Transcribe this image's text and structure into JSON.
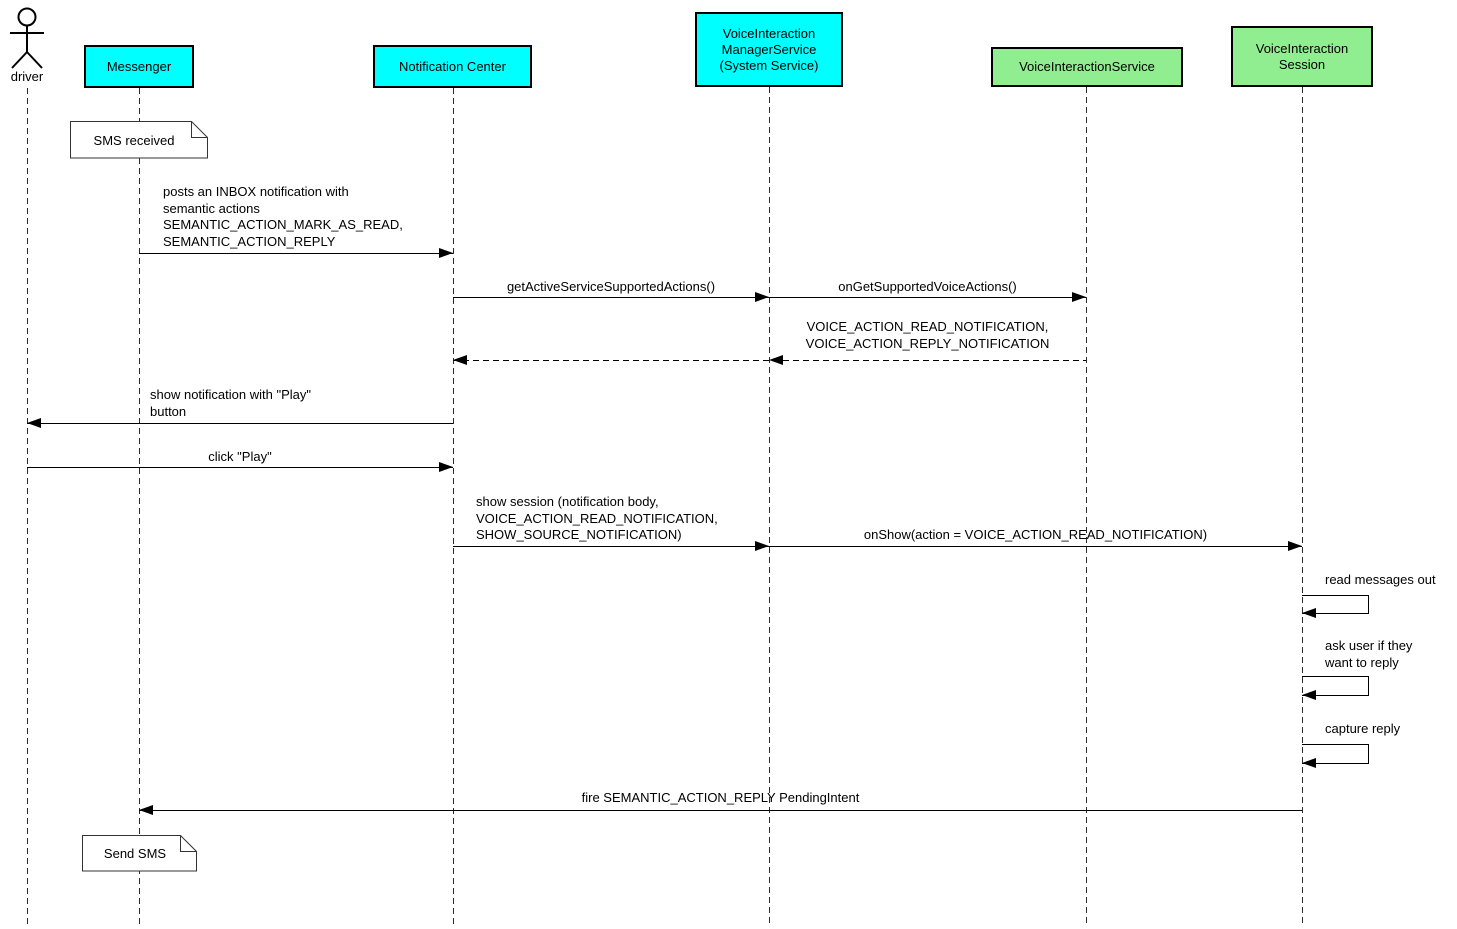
{
  "colors": {
    "cyan": "#00ffff",
    "green": "#90ee90",
    "line": "#000000",
    "lifeline": "#2b2b2b",
    "note_bg": "#ffffff",
    "page_bg": "#ffffff"
  },
  "participants": {
    "driver": {
      "label": "driver",
      "type": "actor"
    },
    "messenger": {
      "label": "Messenger",
      "fill": "cyan"
    },
    "notification_center": {
      "label": "Notification Center",
      "fill": "cyan"
    },
    "voice_interaction_manager_service": {
      "label": "VoiceInteraction\nManagerService\n(System Service)",
      "fill": "cyan"
    },
    "voice_interaction_service": {
      "label": "VoiceInteractionService",
      "fill": "green"
    },
    "voice_interaction_session": {
      "label": "VoiceInteraction\nSession",
      "fill": "green"
    }
  },
  "notes": {
    "sms_received": {
      "label": "SMS received",
      "attached_to": "Messenger"
    },
    "send_sms": {
      "label": "Send SMS",
      "attached_to": "Messenger"
    }
  },
  "messages": {
    "post_notification": {
      "from": "Messenger",
      "to": "Notification Center",
      "style": "solid",
      "label": "posts an INBOX notification with\nsemantic actions\nSEMANTIC_ACTION_MARK_AS_READ,\nSEMANTIC_ACTION_REPLY"
    },
    "get_active_service_supported_actions": {
      "from": "Notification Center",
      "to": "VoiceInteractionManagerService",
      "style": "solid",
      "label": "getActiveServiceSupportedActions()"
    },
    "on_get_supported_voice_actions": {
      "from": "VoiceInteractionManagerService",
      "to": "VoiceInteractionService",
      "style": "solid",
      "label": "onGetSupportedVoiceActions()"
    },
    "supported_actions_return": {
      "from": "VoiceInteractionService",
      "to": "Notification Center",
      "style": "dashed",
      "label": "VOICE_ACTION_READ_NOTIFICATION,\nVOICE_ACTION_REPLY_NOTIFICATION"
    },
    "show_notification": {
      "from": "Notification Center",
      "to": "driver",
      "style": "solid",
      "label": "show notification with \"Play\"\nbutton"
    },
    "click_play": {
      "from": "driver",
      "to": "Notification Center",
      "style": "solid",
      "label": "click \"Play\""
    },
    "show_session": {
      "from": "Notification Center",
      "to": "VoiceInteractionManagerService",
      "style": "solid",
      "label": "show session (notification body,\nVOICE_ACTION_READ_NOTIFICATION,\nSHOW_SOURCE_NOTIFICATION)"
    },
    "on_show": {
      "from": "VoiceInteractionManagerService",
      "to": "VoiceInteractionSession",
      "style": "solid",
      "label": "onShow(action = VOICE_ACTION_READ_NOTIFICATION)"
    },
    "read_messages_out": {
      "from": "VoiceInteractionSession",
      "to": "VoiceInteractionSession",
      "style": "self",
      "label": "read messages out"
    },
    "ask_user_reply": {
      "from": "VoiceInteractionSession",
      "to": "VoiceInteractionSession",
      "style": "self",
      "label": "ask user if they\nwant to reply"
    },
    "capture_reply": {
      "from": "VoiceInteractionSession",
      "to": "VoiceInteractionSession",
      "style": "self",
      "label": "capture reply"
    },
    "fire_pending_intent": {
      "from": "VoiceInteractionSession",
      "to": "Messenger",
      "style": "solid",
      "label": "fire SEMANTIC_ACTION_REPLY PendingIntent"
    }
  }
}
